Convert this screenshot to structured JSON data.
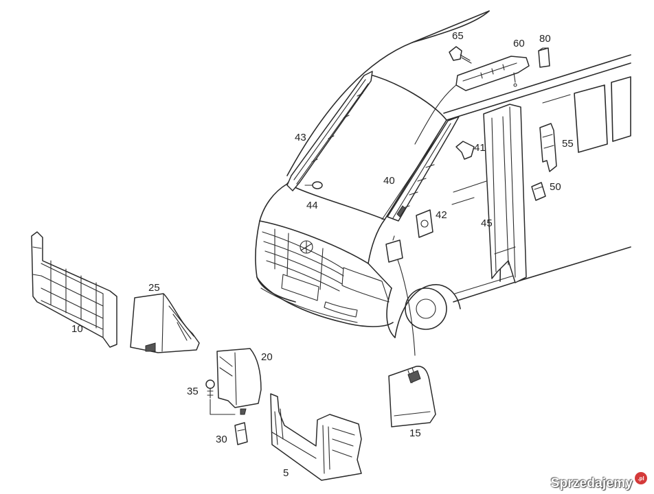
{
  "labels": {
    "p5": "5",
    "p10": "10",
    "p15": "15",
    "p20": "20",
    "p25": "25",
    "p30": "30",
    "p35": "35",
    "p40": "40",
    "p41": "41",
    "p42": "42",
    "p43": "43",
    "p44": "44",
    "p45": "45",
    "p50": "50",
    "p55": "55",
    "p60": "60",
    "p65": "65",
    "p80": "80"
  },
  "watermark": {
    "text": "Sprzedajemy",
    "badge": ".pl"
  },
  "colors": {
    "line": "#2a2a2a",
    "background": "#ffffff",
    "watermark_badge": "#d43a3a"
  }
}
